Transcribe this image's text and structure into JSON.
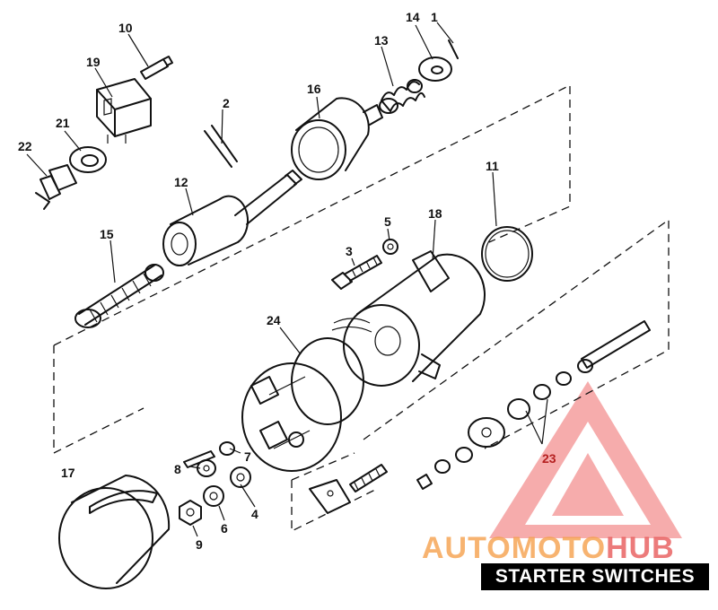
{
  "diagram": {
    "callouts": [
      "1",
      "2",
      "3",
      "4",
      "5",
      "6",
      "7",
      "8",
      "9",
      "10",
      "11",
      "12",
      "13",
      "14",
      "15",
      "16",
      "17",
      "18",
      "19",
      "21",
      "22",
      "23",
      "24"
    ]
  },
  "watermark": {
    "brand_part1": "AUTOMOTO",
    "brand_part2": "HUB",
    "color_primary": "#f5a04c",
    "color_secondary": "#e75a5a"
  },
  "title_badge": "STARTER SWITCHES"
}
